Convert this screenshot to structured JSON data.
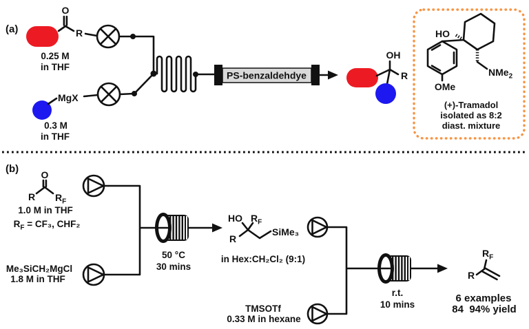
{
  "colors": {
    "red": "#ec1b23",
    "blue": "#1d18ef",
    "orange_text": "#f57b20",
    "orange_box": "#f79443",
    "blue_text": "#2326df",
    "column_fill": "#d9d9d9"
  },
  "scheme_a": {
    "label": "(a)",
    "feed_top": {
      "o_label": "O",
      "r_label": "R",
      "conc_line1": "0.25 M",
      "conc_line2": "in THF"
    },
    "feed_bottom": {
      "mgx_label": "MgX",
      "conc_line1": "0.3 M",
      "conc_line2": "in THF"
    },
    "column_label": "PS-benzaldehdye",
    "product": {
      "oh_label": "OH",
      "r_label": "R"
    },
    "tramadol": {
      "ho_label": "HO",
      "nme_base": "NMe",
      "nme_sub": "2",
      "ome_label": "OMe",
      "caption_line1": "(+)-Tramadol",
      "caption_line2": "isolated as 8:2",
      "caption_line3": "diast. mixture"
    }
  },
  "scheme_b": {
    "label": "(b)",
    "feed_top": {
      "o_label": "O",
      "r_label": "R",
      "rf_base": "R",
      "rf_sub": "F",
      "conc": "1.0 M in THF",
      "rf_note_base": "R",
      "rf_note_sub": "F",
      "rf_note_rest": " = CF₃, CHF₂"
    },
    "feed_bottom": {
      "reagent": "Me₃SiCH₂MgCl",
      "conc": "1.8 M in THF"
    },
    "coil1": {
      "temp": "50 °C",
      "time": "30 mins"
    },
    "intermediate": {
      "ho_label": "HO",
      "rf_base": "R",
      "rf_sub": "F",
      "r_label": "R",
      "si_label": "SiMe₃",
      "solvent": "in Hex:CH₂Cl₂ (9:1)"
    },
    "reagent2": {
      "name": "TMSOTf",
      "conc": "0.33 M in hexane"
    },
    "coil2": {
      "temp": "r.t.",
      "time": "10 mins"
    },
    "product": {
      "rf_base": "R",
      "rf_sub": "F",
      "r_label": "R",
      "examples": "6 examples",
      "yield": "84  94% yield"
    }
  }
}
